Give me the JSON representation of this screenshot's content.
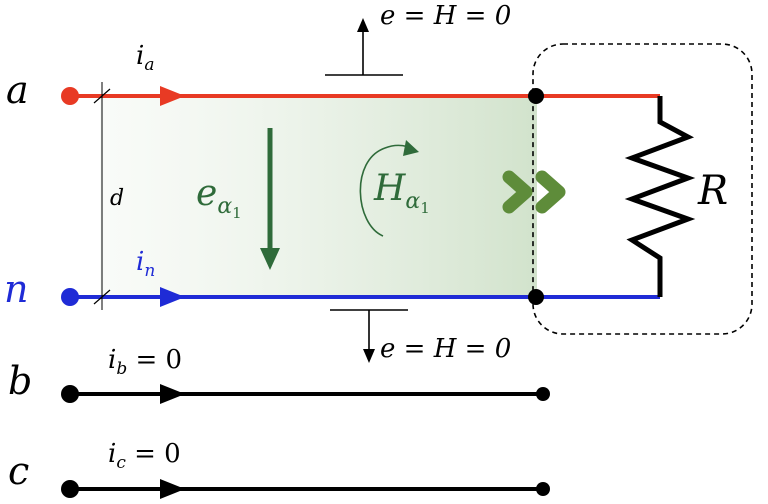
{
  "colors": {
    "phase_a": "#e83a24",
    "neutral": "#1f2bd6",
    "field": "#2f6b3a",
    "field_fill": "#cfe1c9",
    "black": "#000000"
  },
  "labels": {
    "node_a": "a",
    "node_n": "n",
    "node_b": "b",
    "node_c": "c",
    "current_a": {
      "base": "i",
      "sub": "a",
      "suffix": ""
    },
    "current_n": {
      "base": "i",
      "sub": "n",
      "suffix": ""
    },
    "current_b": {
      "base": "i",
      "sub": "b",
      "suffix": " = 0"
    },
    "current_c": {
      "base": "i",
      "sub": "c",
      "suffix": " = 0"
    },
    "separation": "d",
    "e_field": {
      "base": "e",
      "sub": "α",
      "subsub": "1"
    },
    "h_field": {
      "base": "H",
      "sub": "α",
      "subsub": "1"
    },
    "top_condition": "e = H = 0",
    "bottom_condition": "e = H = 0",
    "resistor": "R"
  },
  "icons": {
    "power_flow": "double-chevron-right-icon",
    "resistor": "zigzag-resistor-icon"
  }
}
